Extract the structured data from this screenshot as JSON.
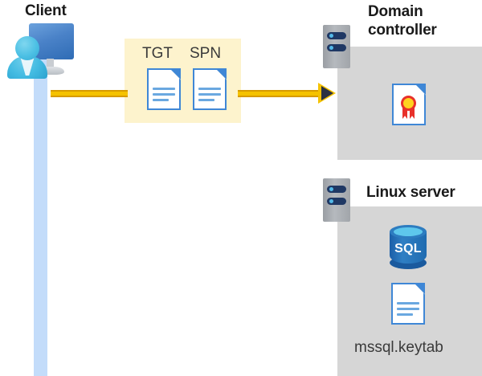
{
  "diagram": {
    "type": "kerberos-authentication-flow",
    "client": {
      "title": "Client",
      "icon": "client-user-monitor-icon",
      "lifeline_color": "#c3dcfa"
    },
    "message": {
      "box_color": "#fdf3cd",
      "arrow_color": "#f5c200",
      "tokens": [
        {
          "label": "TGT",
          "icon": "document-icon"
        },
        {
          "label": "SPN",
          "icon": "document-icon"
        }
      ]
    },
    "nodes": [
      {
        "id": "domain-controller",
        "title": "Domain\ncontroller",
        "icon": "server-tower-icon",
        "panel_color": "#d6d6d6",
        "contents": [
          {
            "icon": "certificate-document-icon",
            "caption": ""
          }
        ]
      },
      {
        "id": "linux-server",
        "title": "Linux server",
        "icon": "server-tower-icon",
        "panel_color": "#d6d6d6",
        "contents": [
          {
            "icon": "sql-database-icon",
            "caption": "SQL"
          },
          {
            "icon": "keytab-document-icon",
            "caption": "mssql.keytab"
          }
        ]
      }
    ]
  }
}
